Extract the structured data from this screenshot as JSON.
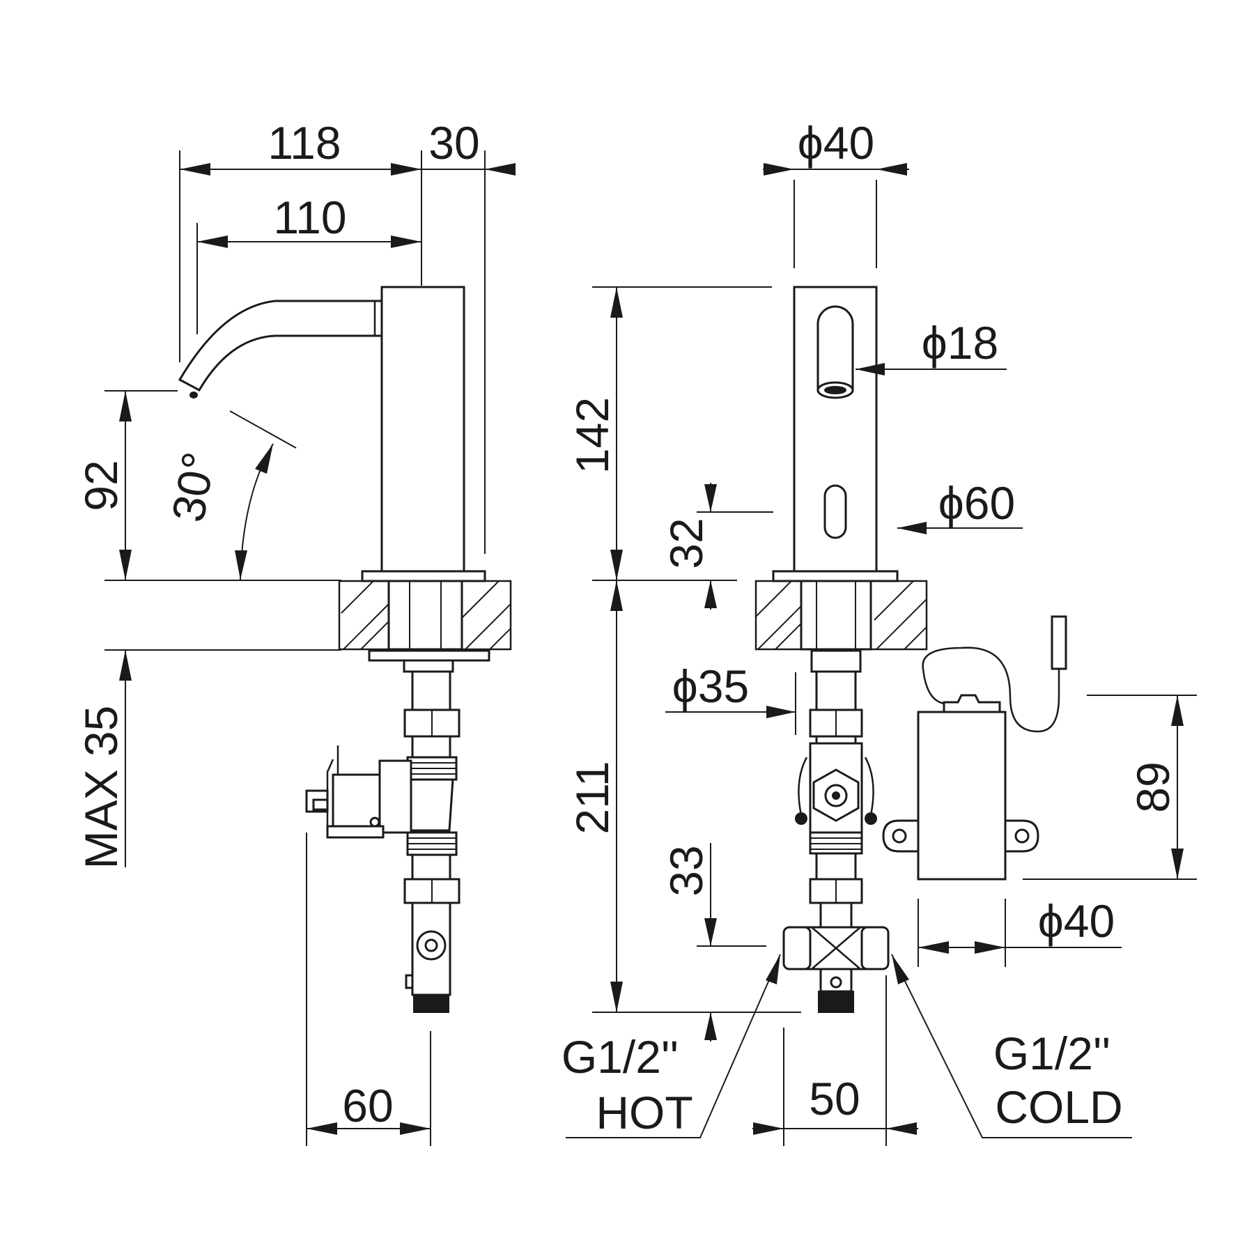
{
  "dimensions": {
    "left_view": {
      "overall_reach": "118",
      "spout_offset": "30",
      "spout_reach": "110",
      "spout_height": "92",
      "spout_angle": "30°",
      "max_counter_thickness": "MAX 35",
      "valve_width": "60"
    },
    "right_view": {
      "body_diameter": "ϕ40",
      "sensor_window_diameter": "ϕ18",
      "base_diameter": "ϕ60",
      "body_height": "142",
      "sensor_height": "32",
      "shank_diameter": "ϕ35",
      "below_counter_length": "211",
      "outlet_height": "33",
      "inlet_spacing": "50",
      "box_height": "89",
      "box_diameter": "ϕ40"
    }
  },
  "labels": {
    "hot_thread": "G1/2''",
    "hot": "HOT",
    "cold_thread": "G1/2''",
    "cold": "COLD"
  }
}
